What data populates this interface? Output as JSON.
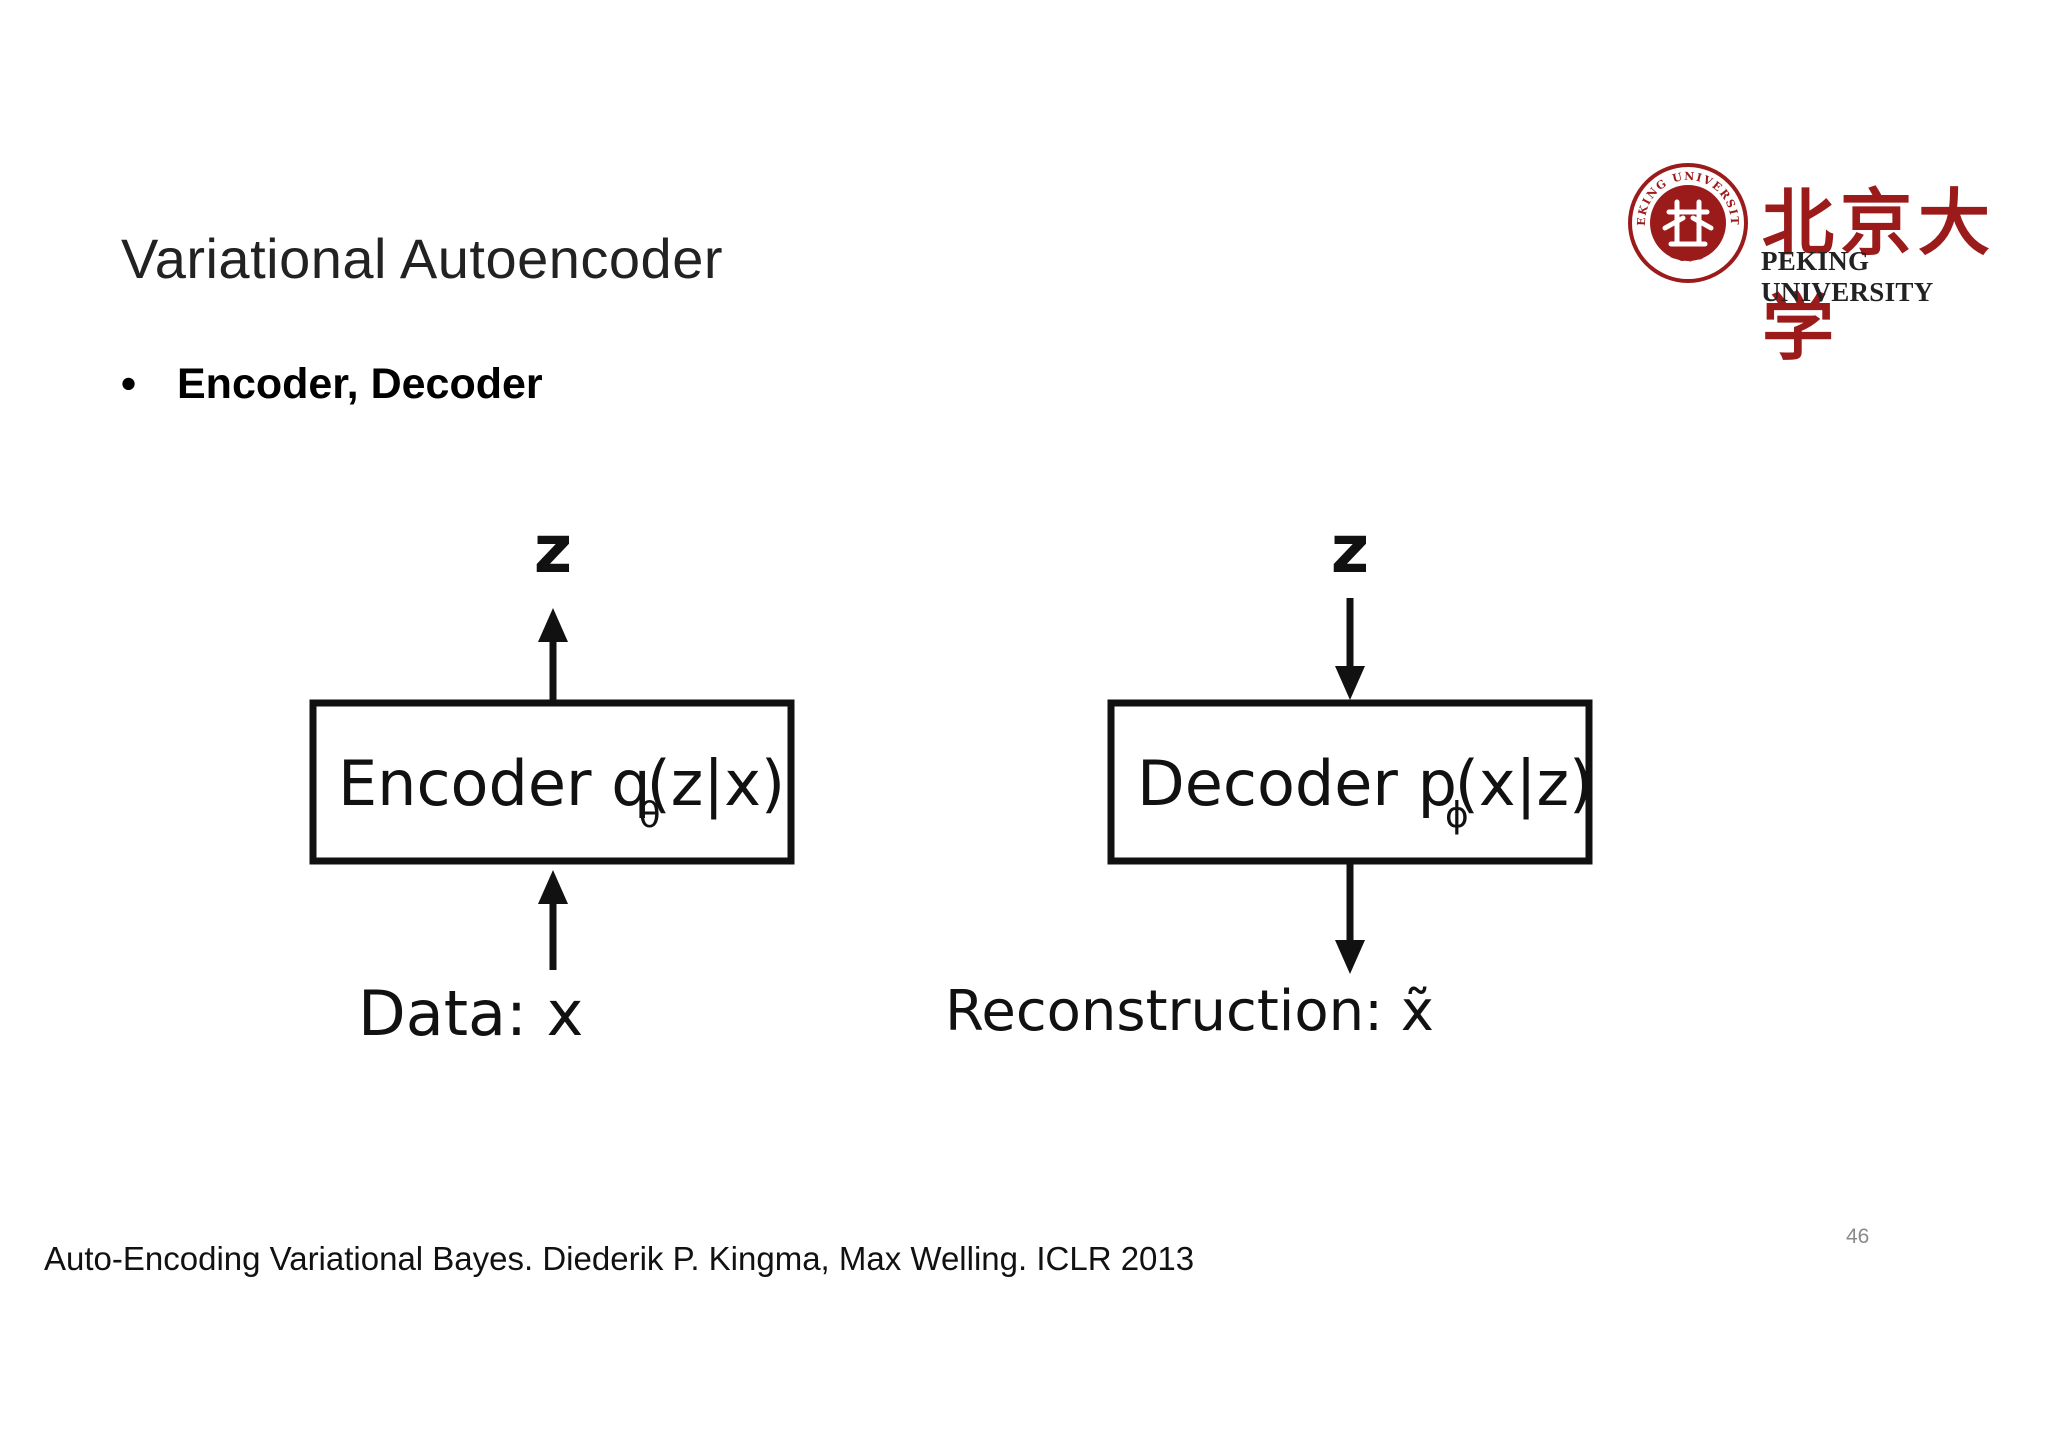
{
  "slide": {
    "title": "Variational Autoencoder",
    "bullet": "Encoder, Decoder",
    "page_number": "46"
  },
  "diagram": {
    "encoder": {
      "top_label": "z",
      "box_label_prefix": "Encoder q",
      "box_label_subscript": "θ",
      "box_label_suffix": "(z|x)",
      "bottom_label": "Data: x"
    },
    "decoder": {
      "top_label": "z",
      "box_label_prefix": "Decoder p",
      "box_label_subscript": "ϕ",
      "box_label_suffix": "(x|z)",
      "bottom_label": "Reconstruction: x̃"
    }
  },
  "footer": {
    "citation": "Auto-Encoding Variational Bayes. Diederik P. Kingma, Max Welling. ICLR 2013"
  },
  "logo": {
    "chinese_name": "北京大学",
    "english_name": "PEKING UNIVERSITY",
    "seal_text": "PEKING UNIVERSITY",
    "seal_year": "1898",
    "brand_color": "#9b1b1b"
  }
}
